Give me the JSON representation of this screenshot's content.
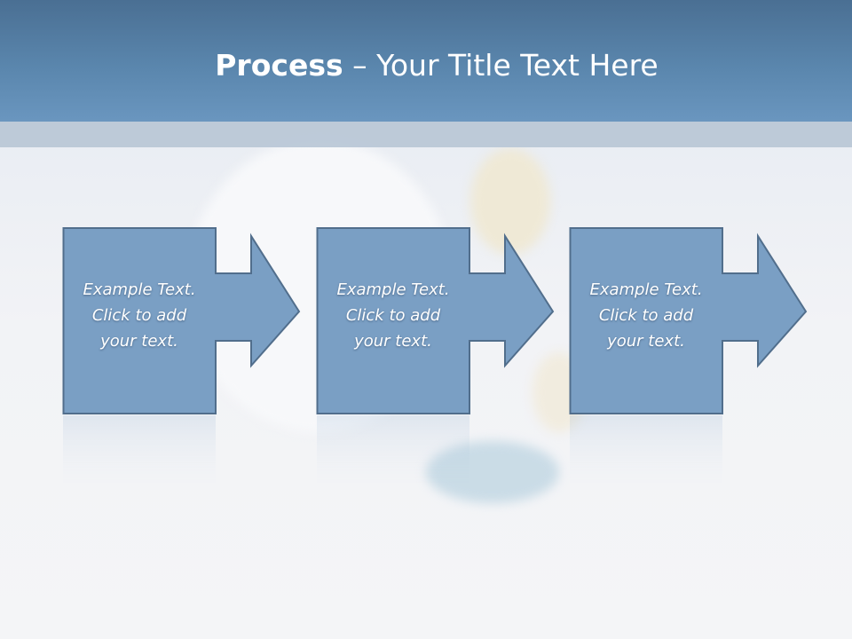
{
  "slide": {
    "title_bold": "Process",
    "title_rest": " – Your Title Text Here",
    "colors": {
      "header": "#5a86ad",
      "subband": "#b9c7d6",
      "box_fill": "#7a9fc4",
      "box_stroke": "#516e8c"
    }
  },
  "steps": [
    {
      "line1": "Example Text.",
      "line2": "Click  to add",
      "line3": "your text."
    },
    {
      "line1": "Example Text.",
      "line2": "Click  to add",
      "line3": "your text."
    },
    {
      "line1": "Example Text.",
      "line2": "Click  to add",
      "line3": "your text."
    }
  ]
}
